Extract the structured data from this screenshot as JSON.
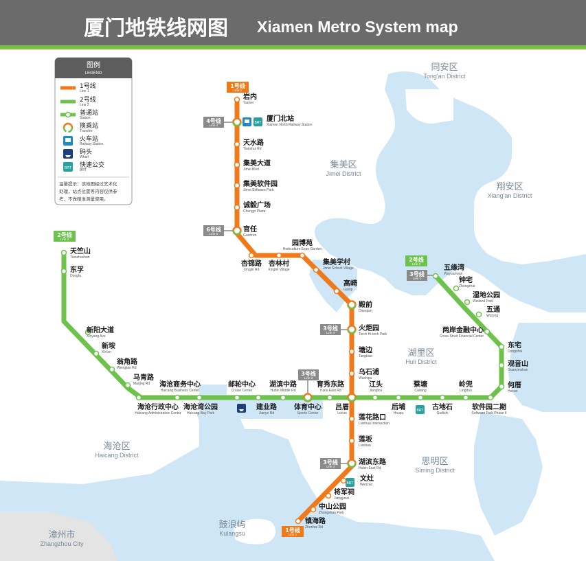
{
  "title": {
    "cn": "厦门地铁线网图",
    "en": "Xiamen Metro System map"
  },
  "colors": {
    "line1": "#f07a1a",
    "line2": "#6cc24a",
    "water": "#cfe6f7",
    "land": "#ffffff",
    "otherland": "#e8e8e8"
  },
  "legend": {
    "title_cn": "图例",
    "title_en": "LEGEND",
    "items": [
      {
        "cn": "1号线",
        "en": "Line 1",
        "icon": "line1-swatch"
      },
      {
        "cn": "2号线",
        "en": "Line 2",
        "icon": "line2-swatch"
      },
      {
        "cn": "普通站",
        "en": "Station",
        "icon": "station-icon"
      },
      {
        "cn": "换乘站",
        "en": "Transfer",
        "icon": "transfer-icon"
      },
      {
        "cn": "火车站",
        "en": "Railway Station",
        "icon": "train-icon"
      },
      {
        "cn": "码头",
        "en": "Wharf",
        "icon": "ferry-icon"
      },
      {
        "cn": "快速公交",
        "en": "BRT",
        "icon": "brt-icon"
      }
    ],
    "note": [
      "温馨提示：该地图经过艺术化",
      "处理，站点位置等内容仅供参",
      "考，不做精准测量使用。"
    ],
    "brt_glyph": "BRT"
  },
  "districts": [
    {
      "cn": "同安区",
      "en": "Tong'an District"
    },
    {
      "cn": "集美区",
      "en": "Jimei District"
    },
    {
      "cn": "翔安区",
      "en": "Xiang'an District"
    },
    {
      "cn": "湖里区",
      "en": "Huli District"
    },
    {
      "cn": "海沧区",
      "en": "Haicang District"
    },
    {
      "cn": "思明区",
      "en": "Siming District"
    },
    {
      "cn": "鼓浪屿",
      "en": "Kulangsu"
    },
    {
      "cn": "漳州市",
      "en": "Zhangzhou City"
    }
  ],
  "line_tags": [
    {
      "cn": "1号线",
      "en": "Line 1"
    },
    {
      "cn": "1号线",
      "en": "Line 1"
    },
    {
      "cn": "2号线",
      "en": "Line 2"
    },
    {
      "cn": "2号线",
      "en": "Line 2"
    },
    {
      "cn": "4号线",
      "en": "Line 4"
    },
    {
      "cn": "6号线",
      "en": "Line 6"
    },
    {
      "cn": "3号线",
      "en": "Line 3"
    },
    {
      "cn": "3号线",
      "en": "Line 3"
    },
    {
      "cn": "3号线",
      "en": "Line 3"
    },
    {
      "cn": "3号线",
      "en": "Line 3"
    }
  ],
  "line1_stations": [
    {
      "cn": "岩内",
      "en": "Yannei"
    },
    {
      "cn": "厦门北站",
      "en": "Xiamen North Railway Station"
    },
    {
      "cn": "天水路",
      "en": "Tianshui Rd"
    },
    {
      "cn": "集美大道",
      "en": "Jimei Blvd"
    },
    {
      "cn": "集美软件园",
      "en": "Jimei Software Park"
    },
    {
      "cn": "诚毅广场",
      "en": "Chengyi Plaza"
    },
    {
      "cn": "官任",
      "en": "Guanren"
    },
    {
      "cn": "杏锦路",
      "en": "Xingjin Rd"
    },
    {
      "cn": "杏林村",
      "en": "Xinglin Village"
    },
    {
      "cn": "园博苑",
      "en": "Horticulture Expo Garden"
    },
    {
      "cn": "集美学村",
      "en": "Jimei School Village"
    },
    {
      "cn": "高崎",
      "en": "Gaoqi"
    },
    {
      "cn": "殿前",
      "en": "Dianqian"
    },
    {
      "cn": "火炬园",
      "en": "Torch Hi-tech Park"
    },
    {
      "cn": "塘边",
      "en": "Tangbian"
    },
    {
      "cn": "乌石浦",
      "en": "Wushipu"
    },
    {
      "cn": "吕厝",
      "en": "Locuo"
    },
    {
      "cn": "莲花路口",
      "en": "Lianhua Intersection"
    },
    {
      "cn": "莲坂",
      "en": "Lianban"
    },
    {
      "cn": "湖滨东路",
      "en": "Hubin East Rd"
    },
    {
      "cn": "文灶",
      "en": "Wenzao"
    },
    {
      "cn": "将军祠",
      "en": "Jiangjunci"
    },
    {
      "cn": "中山公园",
      "en": "Zhongshan Park"
    },
    {
      "cn": "镇海路",
      "en": "Zhenhai Rd"
    }
  ],
  "line2_stations": [
    {
      "cn": "天竺山",
      "en": "Tianzhushan"
    },
    {
      "cn": "东孚",
      "en": "Dongfu"
    },
    {
      "cn": "新阳大道",
      "en": "Xinyang Ave"
    },
    {
      "cn": "新垵",
      "en": "Xin'an"
    },
    {
      "cn": "翁角路",
      "en": "Wengjiao Rd"
    },
    {
      "cn": "马青路",
      "en": "Maqing Rd"
    },
    {
      "cn": "海沧行政中心",
      "en": "Haicang Administrative Center"
    },
    {
      "cn": "海沧商务中心",
      "en": "Haicang Business Center"
    },
    {
      "cn": "海沧湾公园",
      "en": "Haicang Bay Park"
    },
    {
      "cn": "邮轮中心",
      "en": "Cruise Center"
    },
    {
      "cn": "建业路",
      "en": "Jianye Rd"
    },
    {
      "cn": "湖滨中路",
      "en": "Hubin Middle Rd"
    },
    {
      "cn": "体育中心",
      "en": "Sports Center"
    },
    {
      "cn": "育秀东路",
      "en": "Yuxiu East Rd"
    },
    {
      "cn": "吕厝",
      "en": ""
    },
    {
      "cn": "江头",
      "en": "Jiangtou"
    },
    {
      "cn": "后埔",
      "en": "Houpu"
    },
    {
      "cn": "蔡塘",
      "en": "Caitang"
    },
    {
      "cn": "古地石",
      "en": "Gudishi"
    },
    {
      "cn": "岭兜",
      "en": "Lingdou"
    },
    {
      "cn": "软件园二期",
      "en": "Software Park Phase II"
    },
    {
      "cn": "何厝",
      "en": "Hecuo"
    },
    {
      "cn": "观音山",
      "en": "Guanyinshan"
    },
    {
      "cn": "东宅",
      "en": "Dongzhai"
    },
    {
      "cn": "两岸金融中心",
      "en": "Cross-Strait Financial Center"
    },
    {
      "cn": "五通",
      "en": "Wutong"
    },
    {
      "cn": "湿地公园",
      "en": "Wetland Park"
    },
    {
      "cn": "钟宅",
      "en": "Zhongzhai"
    },
    {
      "cn": "五缘湾",
      "en": "Wuyuanwan"
    }
  ]
}
